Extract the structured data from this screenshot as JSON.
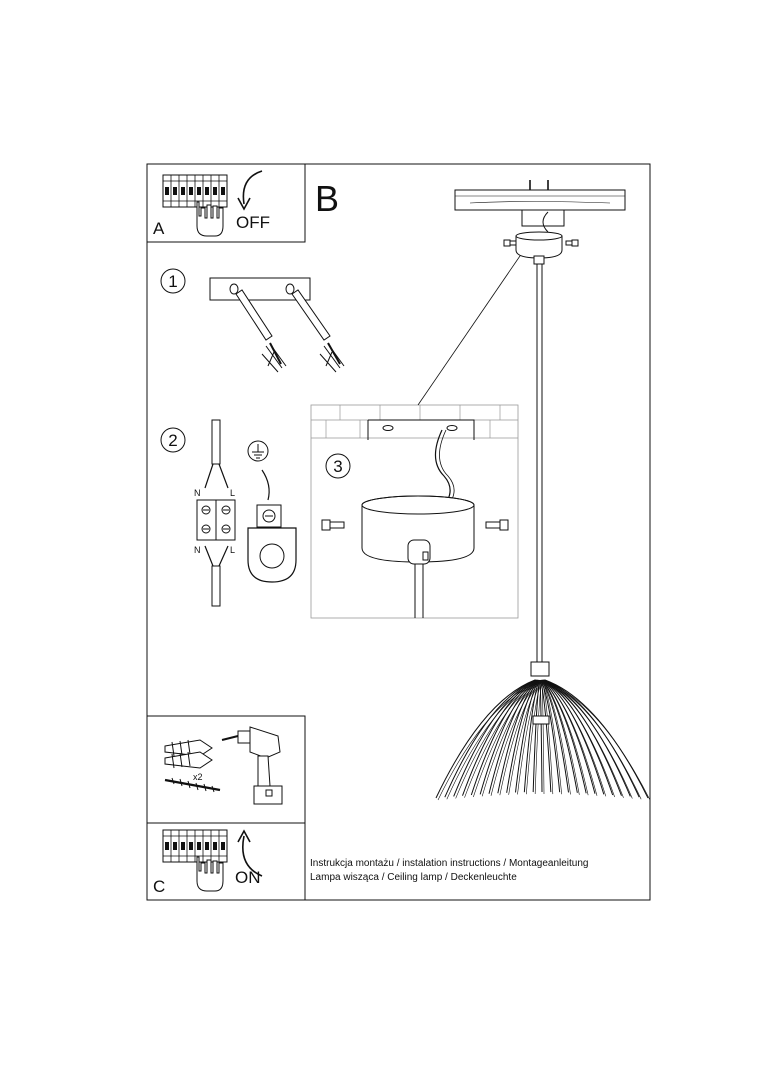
{
  "panel_a": {
    "letter": "A",
    "switch_label": "OFF"
  },
  "panel_b": {
    "letter": "B"
  },
  "panel_c": {
    "letter": "C",
    "switch_label": "ON"
  },
  "steps": [
    {
      "number": "1"
    },
    {
      "number": "2",
      "wire_labels_top": [
        "N",
        "L"
      ],
      "wire_labels_bottom": [
        "N",
        "L"
      ]
    },
    {
      "number": "3"
    }
  ],
  "tools": {
    "quantity_label": "x2"
  },
  "footer": {
    "line1": "Instrukcja montażu / instalation instructions / Montageanleitung",
    "line2": "Lampa wisząca / Ceiling lamp  / Deckenleuchte"
  },
  "icons": [
    "circuit-breaker-icon",
    "hand-icon",
    "curved-arrow-down-icon",
    "curved-arrow-up-icon",
    "earth-ground-icon",
    "drill-icon",
    "wall-plug-icon",
    "screw-icon",
    "terminal-block-icon",
    "pendant-lamp-icon"
  ]
}
